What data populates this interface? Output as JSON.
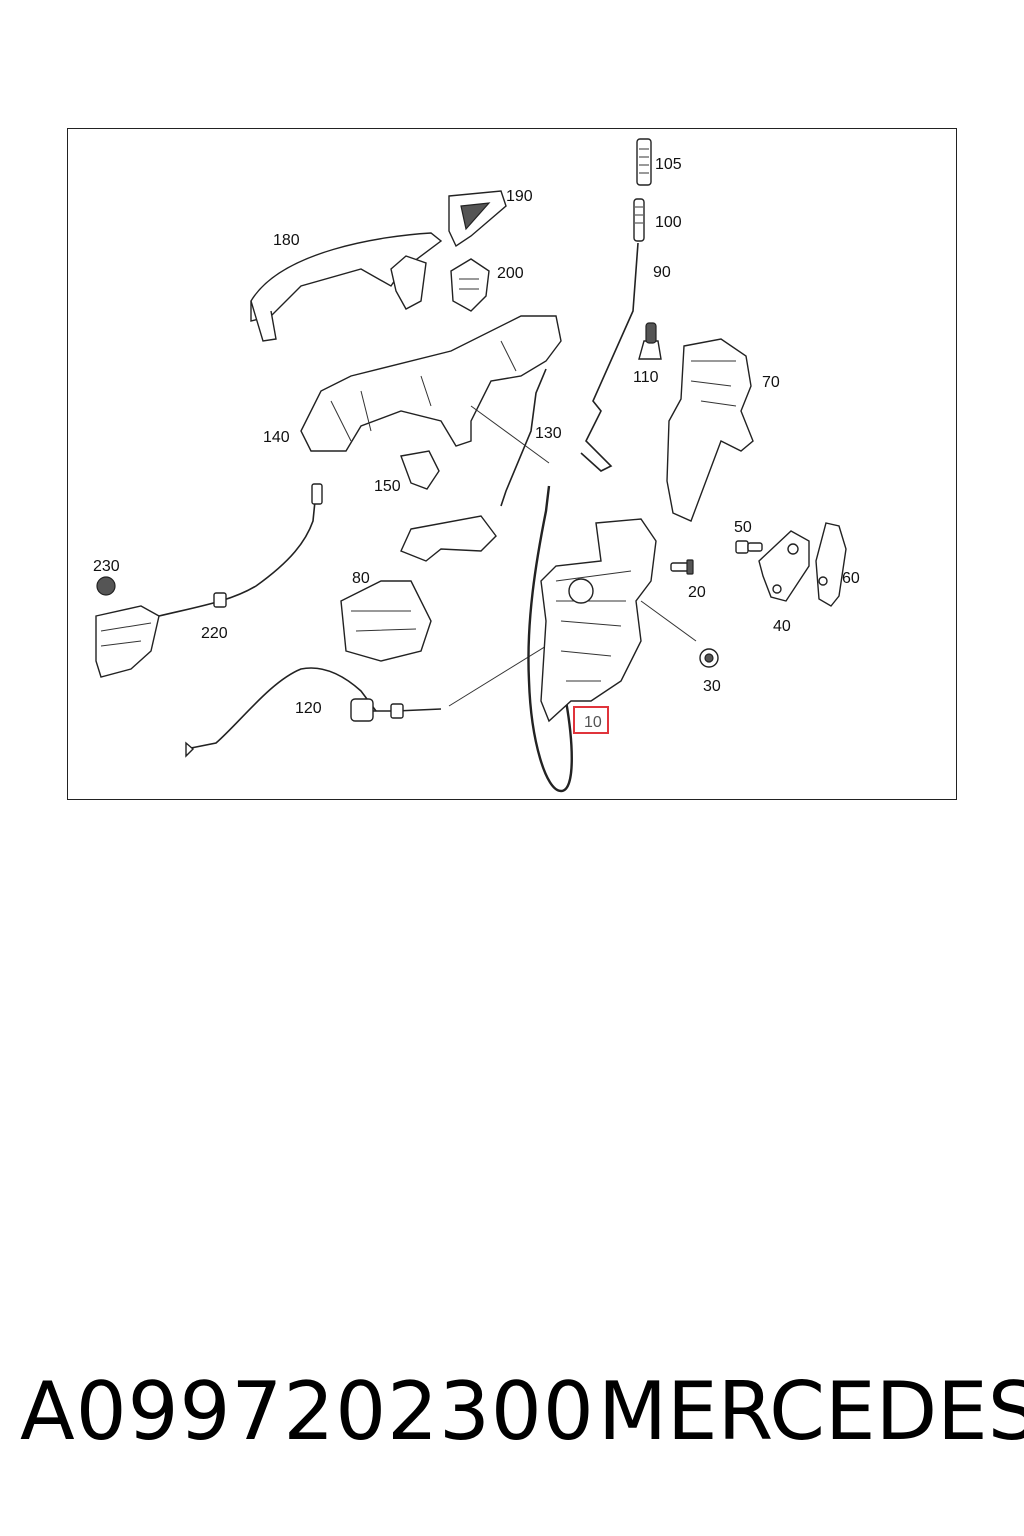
{
  "callouts": {
    "c105": "105",
    "c100": "100",
    "c90": "90",
    "c190": "190",
    "c180": "180",
    "c200": "200",
    "c110": "110",
    "c70": "70",
    "c140": "140",
    "c130": "130",
    "c150": "150",
    "c230": "230",
    "c80": "80",
    "c50": "50",
    "c20": "20",
    "c60": "60",
    "c220": "220",
    "c40": "40",
    "c30": "30",
    "c120": "120",
    "c10": "10"
  },
  "highlight_color": "#e0343b",
  "footer": {
    "part_number": "A0997202300",
    "brand": "MERCEDES"
  }
}
